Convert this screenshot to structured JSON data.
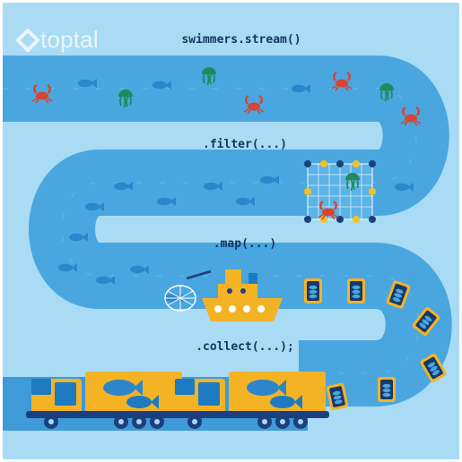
{
  "brand": {
    "name": "toptal",
    "logo_icon": "toptal-diamond-icon"
  },
  "steps": {
    "stream": "swimmers.stream()",
    "filter": ".filter(...)",
    "map": ".map(...)",
    "collect": ".collect(...);"
  },
  "colors": {
    "background": "#a9dbf5",
    "river": "#4aa6de",
    "river_dark": "#2f8fd0",
    "fish": "#2d86cc",
    "crab": "#d9432f",
    "jellyfish": "#1f8a5c",
    "net_dot_blue": "#1c3f80",
    "net_dot_yellow": "#f5c21c",
    "boat": "#f4b325",
    "can": "#17396b",
    "truck_yellow": "#f4b325",
    "truck_cab": "#1f7bc1"
  },
  "icons": [
    "fish-icon",
    "crab-icon",
    "jellyfish-icon",
    "net-icon",
    "boat-icon",
    "can-icon",
    "truck-icon"
  ]
}
